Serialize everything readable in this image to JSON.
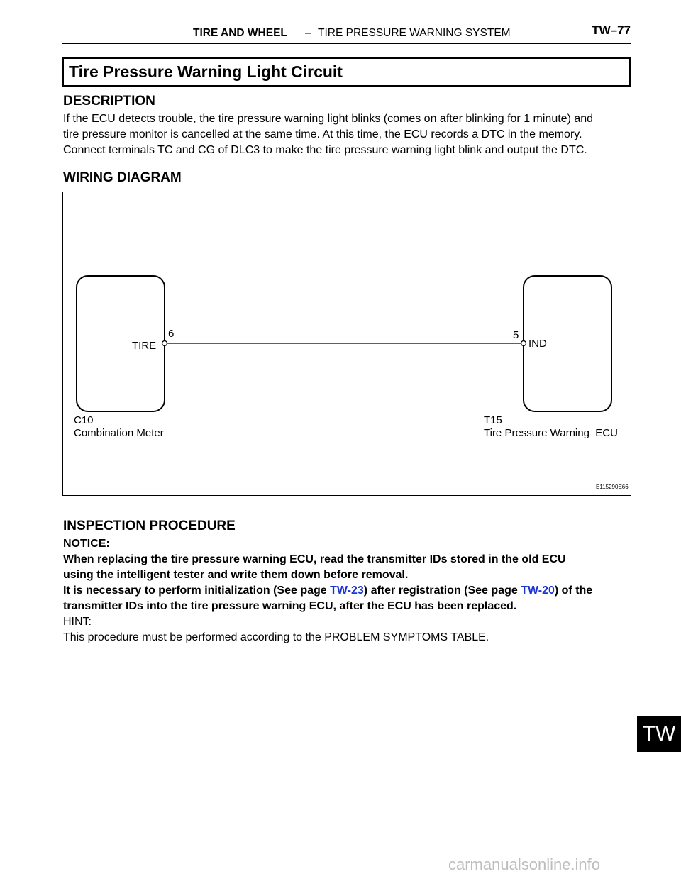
{
  "header": {
    "section": "TIRE AND WHEEL",
    "separator": "–",
    "subsection": "TIRE PRESSURE WARNING SYSTEM",
    "page_number": "TW–77"
  },
  "title": "Tire Pressure Warning Light Circuit",
  "description": {
    "heading": "DESCRIPTION",
    "lines": [
      "If the ECU detects trouble, the tire pressure warning light blinks (comes on after blinking for 1 minute) and",
      "tire pressure monitor is cancelled at the same time. At this time, the ECU records a DTC in the memory.",
      "Connect terminals TC and CG of DLC3 to make the tire pressure warning light blink and output the DTC."
    ]
  },
  "wiring": {
    "heading": "WIRING DIAGRAM",
    "left_component": {
      "code": "C10",
      "name": "Combination Meter",
      "terminal_label": "TIRE",
      "pin": "6"
    },
    "right_component": {
      "code": "T15",
      "name": "Tire Pressure Warning  ECU",
      "terminal_label": "IND",
      "pin": "5"
    },
    "figure_id": "E115290E66"
  },
  "inspection": {
    "heading": "INSPECTION PROCEDURE",
    "notice_label": "NOTICE:",
    "notice_line1": "When replacing the tire pressure warning ECU, read the transmitter IDs stored in the old ECU",
    "notice_line2": "using the intelligent tester and write them down before removal.",
    "notice_line3_a": "It is necessary to perform initialization (See page ",
    "notice_link1": "TW-23",
    "notice_line3_b": ") after registration (See page ",
    "notice_link2": "TW-20",
    "notice_line3_c": ") of the",
    "notice_line4": "transmitter IDs into the tire pressure warning ECU, after the ECU has been replaced.",
    "hint_label": "HINT:",
    "hint_text": "This procedure must be performed according to the PROBLEM SYMPTOMS TABLE."
  },
  "side_tab": "TW",
  "watermark": "carmanualsonline.info",
  "colors": {
    "link": "#1a34d4",
    "text": "#000000",
    "watermark": "#bdbdbd"
  }
}
